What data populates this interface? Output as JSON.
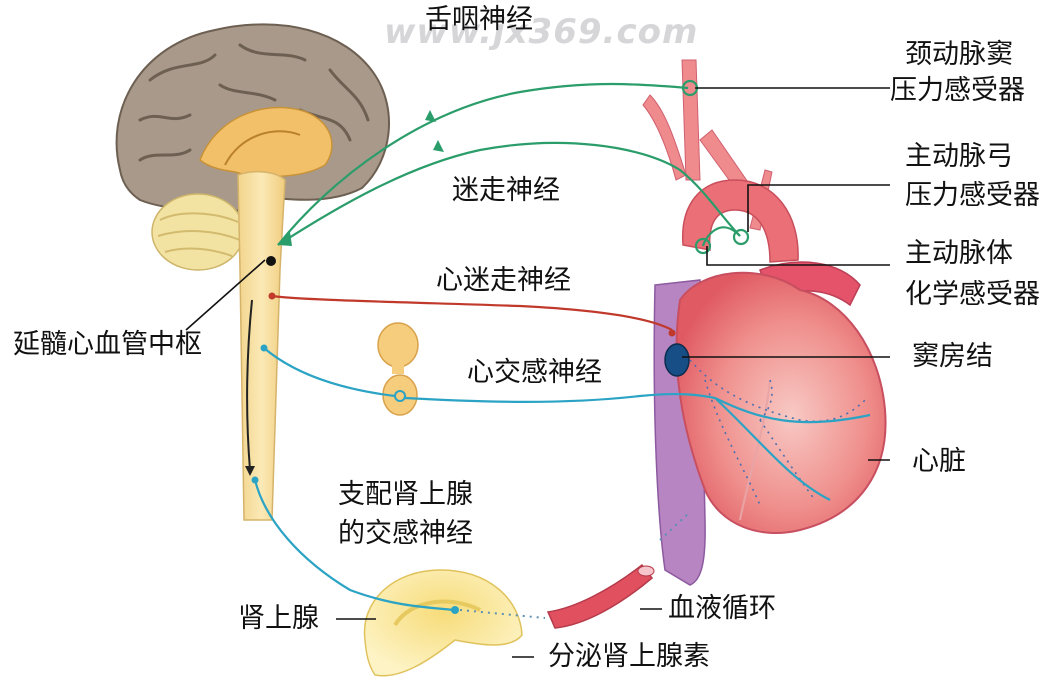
{
  "watermark": "www.jx369.com",
  "labels": {
    "glossopharyngeal": "舌咽神经",
    "carotid_sinus_l1": "颈动脉窦",
    "carotid_sinus_l2": "压力感受器",
    "aortic_arch_l1": "主动脉弓",
    "aortic_arch_l2": "压力感受器",
    "aortic_body_l1": "主动脉体",
    "aortic_body_l2": "化学感受器",
    "vagus": "迷走神经",
    "cardiac_vagus": "心迷走神经",
    "medulla_center": "延髓心血管中枢",
    "sinoatrial_node": "窦房结",
    "cardiac_sympathetic": "心交感神经",
    "heart": "心脏",
    "adrenal_sympathetic_l1": "支配肾上腺",
    "adrenal_sympathetic_l2": "的交感神经",
    "adrenal_gland": "肾上腺",
    "blood_circulation": "血液循环",
    "adrenaline": "分泌肾上腺素"
  },
  "colors": {
    "afferent": "#2a9d6a",
    "vagal_efferent": "#c0392b",
    "sympathetic": "#2ba3c4",
    "brain": "#9a8a76",
    "heart": "#e8636b"
  }
}
